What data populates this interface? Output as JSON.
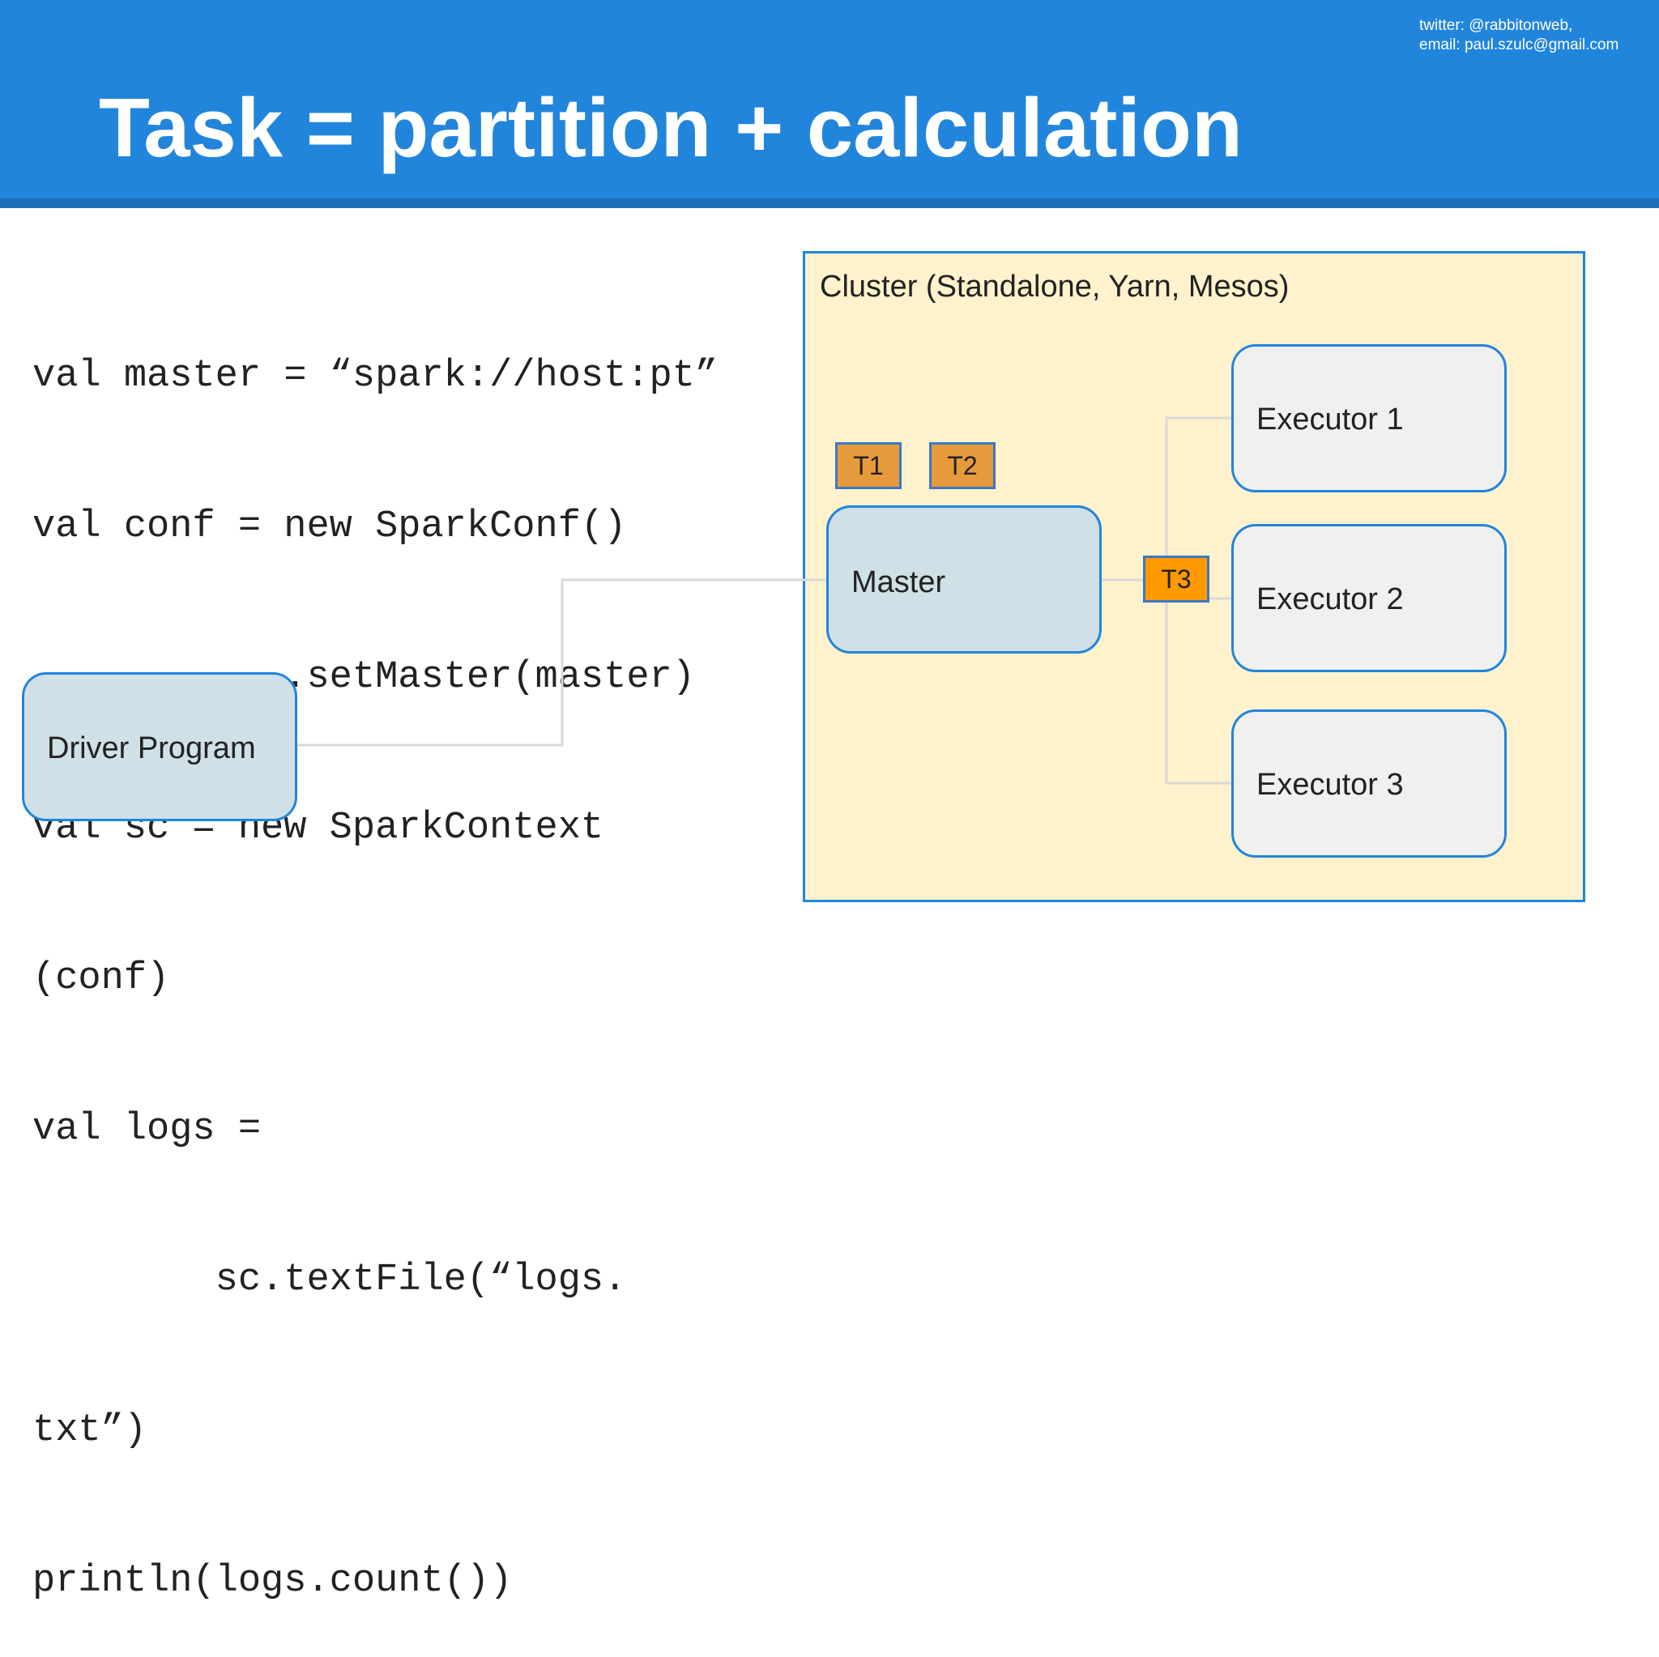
{
  "header": {
    "title": "Task = partition + calculation",
    "contact_line1": "twitter: @rabbitonweb,",
    "contact_line2": "email: paul.szulc@gmail.com"
  },
  "code": {
    "lines": [
      "val master = “spark://host:pt”",
      "val conf = new SparkConf()",
      "           .setMaster(master)",
      "val sc = new SparkContext",
      "(conf)",
      "val logs =",
      "        sc.textFile(“logs.",
      "txt”)",
      "println(logs.count())"
    ]
  },
  "diagram": {
    "cluster_label": "Cluster (Standalone, Yarn, Mesos)",
    "driver_label": "Driver Program",
    "master_label": "Master",
    "executors": [
      "Executor 1",
      "Executor 2",
      "Executor 3"
    ],
    "tasks": [
      "T1",
      "T2",
      "T3"
    ],
    "colors": {
      "header": "#2185DC",
      "cluster_bg": "#FFF2CC",
      "node_border": "#2185DC",
      "driver_master_fill": "#CFE0E6",
      "executor_fill": "#F0F0F0",
      "task_fill": "#E69A3C",
      "active_task_fill": "#FF9900",
      "connector": "#D9D9D9"
    }
  }
}
